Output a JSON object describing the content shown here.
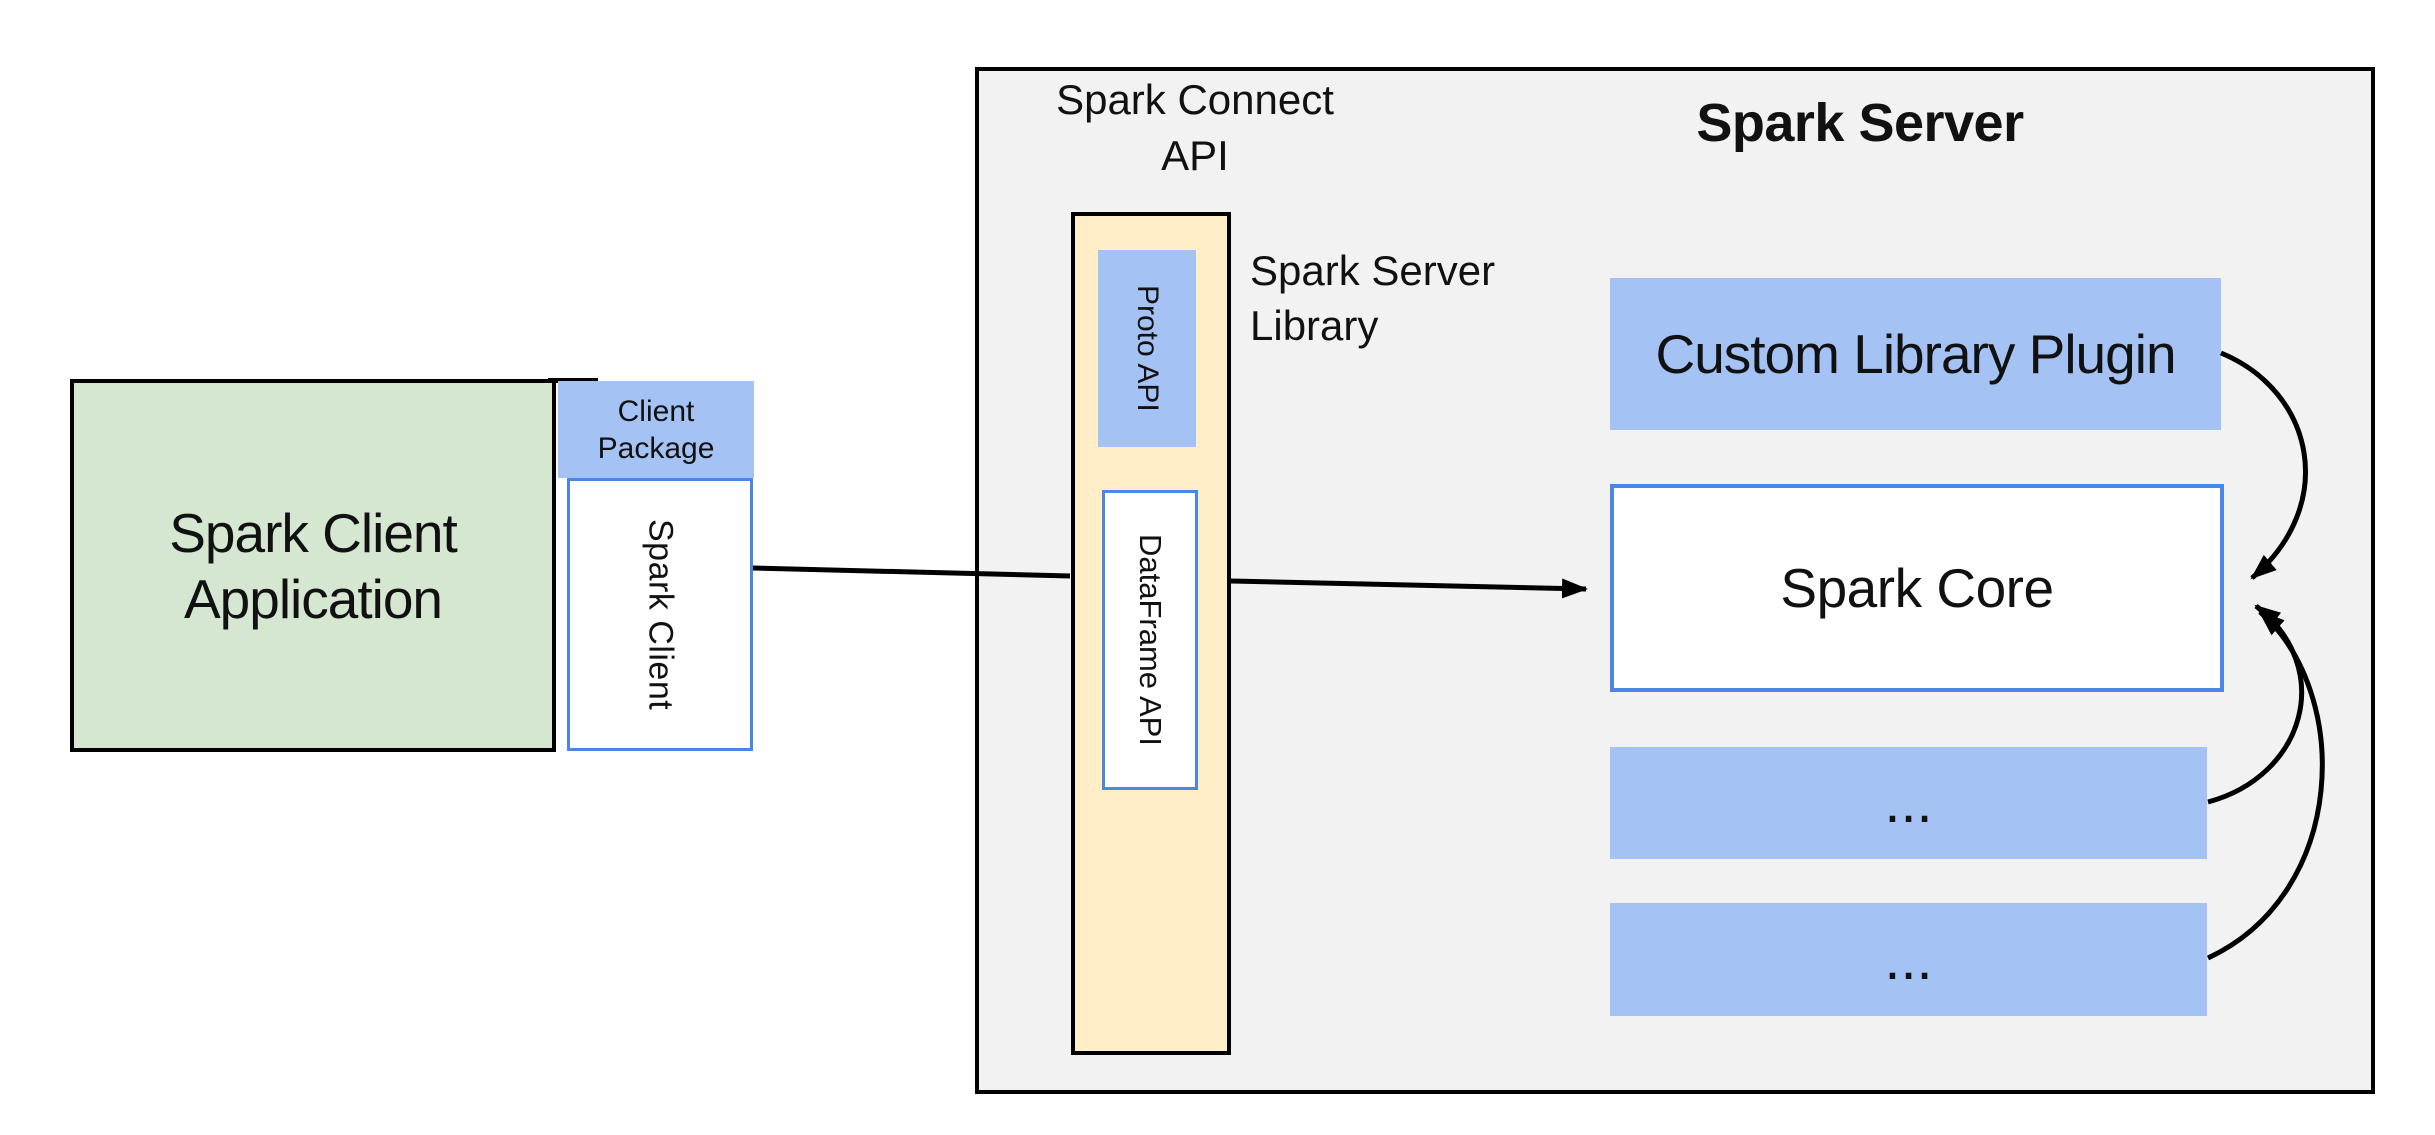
{
  "colors": {
    "green": "#d5e7d0",
    "blue": "#a4c2f4",
    "blue_border": "#4a86e8",
    "yellow": "#ffeec7",
    "gray": "#f2f2f2",
    "line": "#000000"
  },
  "client_app": {
    "label": "Spark Client Application"
  },
  "client_package": {
    "label_line1": "Client",
    "label_line2": "Package"
  },
  "spark_client": {
    "label": "Spark Client"
  },
  "connect_api": {
    "label_line1": "Spark Connect",
    "label_line2": "API"
  },
  "proto_api": {
    "label": "Proto API"
  },
  "dataframe_api": {
    "label": "DataFrame API"
  },
  "server_library": {
    "label_line1": "Spark Server",
    "label_line2": "Library"
  },
  "spark_server": {
    "title": "Spark Server"
  },
  "custom_plugin": {
    "label": "Custom Library Plugin"
  },
  "spark_core": {
    "label": "Spark Core"
  },
  "plugin_slot_1": {
    "label": "..."
  },
  "plugin_slot_2": {
    "label": "..."
  }
}
